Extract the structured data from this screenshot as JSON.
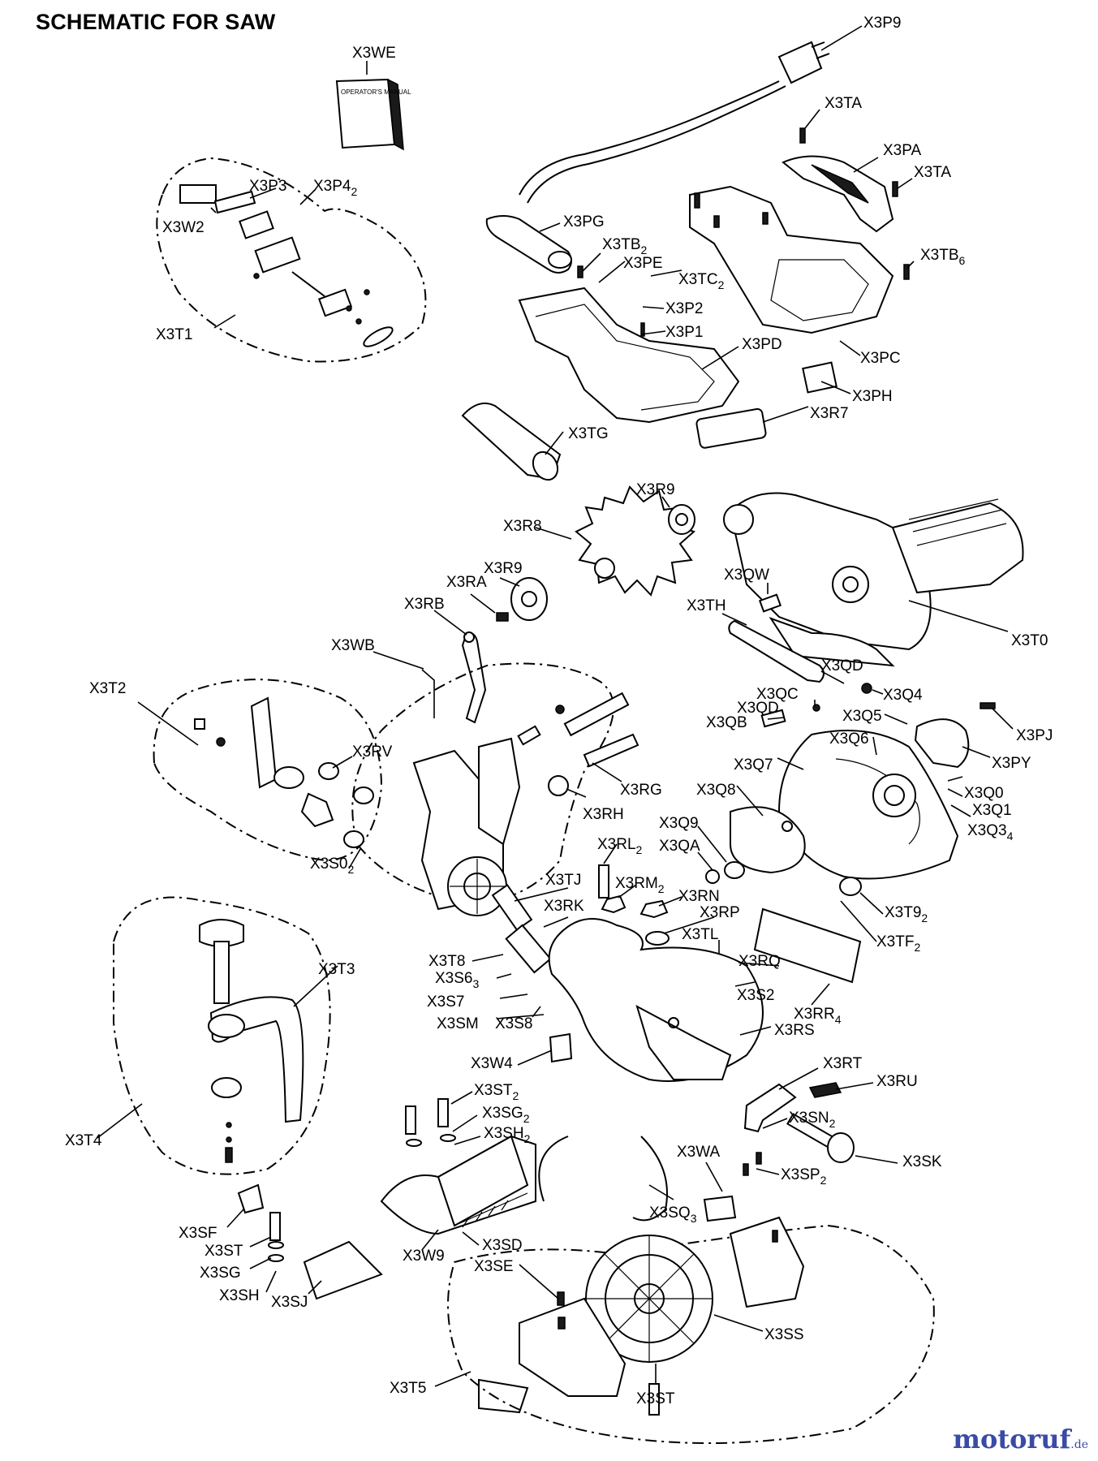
{
  "title": "SCHEMATIC FOR SAW",
  "manual_text": "OPERATOR'S MANUAL",
  "watermark": {
    "main": "motoruf",
    "suffix": ".de",
    "color": "#3a4aa6"
  },
  "labels": {
    "X3WE": "X3WE",
    "X3P9": "X3P9",
    "X3TA": "X3TA",
    "X3PA": "X3PA",
    "X3TA_2": "X3TA",
    "X3P3": "X3P3",
    "X3P4": "X3P4",
    "X3P4_sub": "2",
    "X3W2": "X3W2",
    "X3PG": "X3PG",
    "X3TB": "X3TB",
    "X3TB_sub": "2",
    "X3PE": "X3PE",
    "X3TC": "X3TC",
    "X3TC_sub": "2",
    "X3TB6": "X3TB",
    "X3TB6_sub": "6",
    "X3P2": "X3P2",
    "X3P1": "X3P1",
    "X3PD": "X3PD",
    "X3PC": "X3PC",
    "X3T1": "X3T1",
    "X3PH": "X3PH",
    "X3R7": "X3R7",
    "X3TG": "X3TG",
    "X3R9": "X3R9",
    "X3R8": "X3R8",
    "X3R9_2": "X3R9",
    "X3RA": "X3RA",
    "X3RB": "X3RB",
    "X3QW": "X3QW",
    "X3TH": "X3TH",
    "X3T0": "X3T0",
    "X3WB": "X3WB",
    "X3T2": "X3T2",
    "X3QD": "X3QD",
    "X3QC": "X3QC",
    "X3QD_2": "X3QD",
    "X3Q4": "X3Q4",
    "X3QB": "X3QB",
    "X3Q5": "X3Q5",
    "X3PJ": "X3PJ",
    "X3RV": "X3RV",
    "X3Q6": "X3Q6",
    "X3Q7": "X3Q7",
    "X3PY": "X3PY",
    "X3RG": "X3RG",
    "X3Q0": "X3Q0",
    "X3Q8": "X3Q8",
    "X3Q1": "X3Q1",
    "X3RH": "X3RH",
    "X3Q3": "X3Q3",
    "X3Q3_sub": "4",
    "X3Q9": "X3Q9",
    "X3S0": "X3S0",
    "X3S0_sub": "2",
    "X3QA": "X3QA",
    "X3RL": "X3RL",
    "X3RL_sub": "2",
    "X3TJ": "X3TJ",
    "X3RM": "X3RM",
    "X3RM_sub": "2",
    "X3RN": "X3RN",
    "X3T9": "X3T9",
    "X3T9_sub": "2",
    "X3RK": "X3RK",
    "X3RP": "X3RP",
    "X3TF": "X3TF",
    "X3TF_sub": "2",
    "X3T3": "X3T3",
    "X3TL": "X3TL",
    "X3T8": "X3T8",
    "X3RQ": "X3RQ",
    "X3S6": "X3S6",
    "X3S6_sub": "3",
    "X3S2": "X3S2",
    "X3S7": "X3S7",
    "X3RR": "X3RR",
    "X3RR_sub": "4",
    "X3SM": "X3SM",
    "X3S8": "X3S8",
    "X3RS": "X3RS",
    "X3W4": "X3W4",
    "X3RT": "X3RT",
    "X3RU": "X3RU",
    "X3ST": "X3ST",
    "X3ST_sub": "2",
    "X3SG": "X3SG",
    "X3SG_sub": "2",
    "X3SN": "X3SN",
    "X3SN_sub": "2",
    "X3SH": "X3SH",
    "X3SH_sub": "2",
    "X3T4": "X3T4",
    "X3WA": "X3WA",
    "X3SK": "X3SK",
    "X3SP": "X3SP",
    "X3SP_sub": "2",
    "X3SQ": "X3SQ",
    "X3SQ_sub": "3",
    "X3SF": "X3SF",
    "X3ST_2": "X3ST",
    "X3W9": "X3W9",
    "X3SD": "X3SD",
    "X3SG_2": "X3SG",
    "X3SE": "X3SE",
    "X3SH_2": "X3SH",
    "X3SJ": "X3SJ",
    "X3SS": "X3SS",
    "X3T5": "X3T5",
    "X3ST_3": "X3ST"
  }
}
